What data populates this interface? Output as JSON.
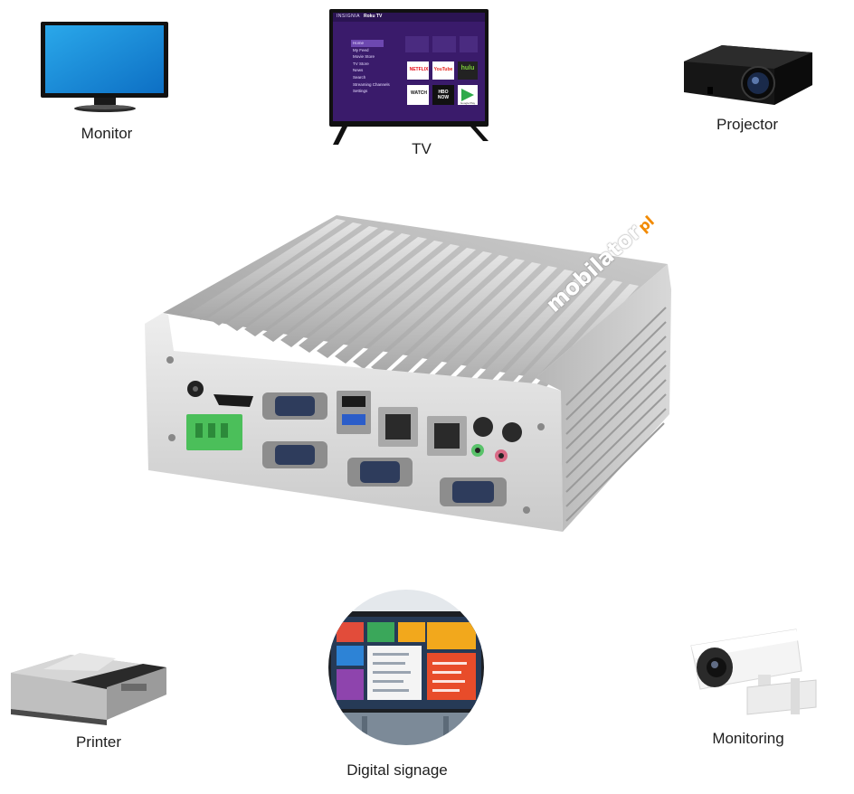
{
  "captions": {
    "monitor": "Monitor",
    "tv": "TV",
    "projector": "Projector",
    "printer": "Printer",
    "signage": "Digital signage",
    "monitoring": "Monitoring"
  },
  "tv_screen": {
    "brand": "INSIGNIA",
    "platform": "Roku TV",
    "menu": [
      "Home",
      "My Feed",
      "Movie Store",
      "TV Store",
      "News",
      "Search",
      "Streaming Channels",
      "Settings"
    ],
    "apps": [
      "NETFLIX",
      "YouTube",
      "hulu",
      "WATCH",
      "HBO NOW",
      "Google Play"
    ]
  },
  "mini_pc": {
    "brand_logo": "mobilator",
    "brand_suffix": "pl"
  }
}
